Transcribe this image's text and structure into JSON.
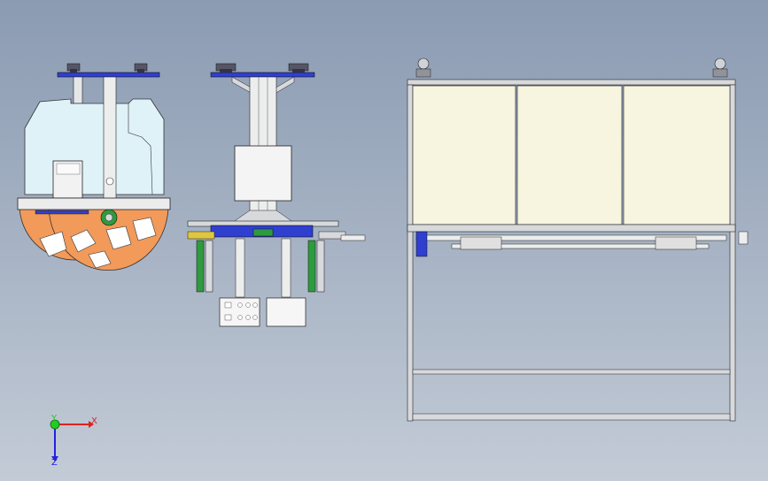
{
  "viewport": {
    "background_top": "#8b9bb2",
    "background_bottom": "#c3cbd6"
  },
  "triad": {
    "x_label": "X",
    "y_label": "Y",
    "z_label": "Z",
    "x_color": "#dd2222",
    "y_color": "#22cc22",
    "z_color": "#2222dd"
  },
  "views": {
    "side": "side-view",
    "front": "front-view",
    "rear": "rear-view"
  },
  "colors": {
    "frame_blue": "#2f3fd0",
    "wheel_orange": "#f29a5a",
    "panel_cream": "#f7f4df",
    "enclosure_lightblue": "#dff2f7",
    "gear_green": "#2e9b3e",
    "profile_gray": "#d7d9dc"
  }
}
